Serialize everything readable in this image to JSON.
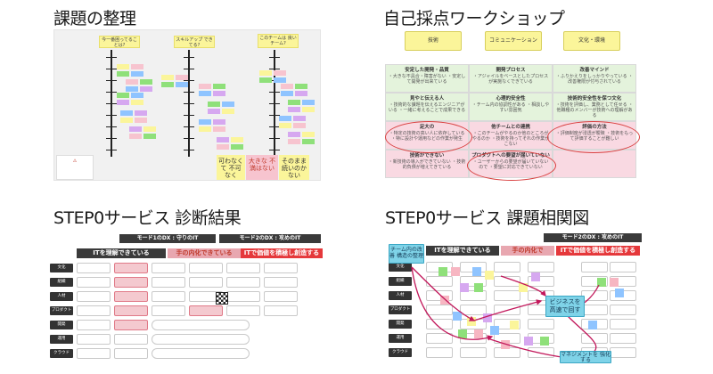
{
  "captions": {
    "p1": "課題の整理",
    "p2": "自己採点ワークショップ",
    "p3": "STEP0サービス 診断結果",
    "p4": "STEP0サービス 課題相関図"
  },
  "p1": {
    "questions": [
      "今一番困ってることは?",
      "スキルアップ できてる?",
      "このチームは 良いチーム?"
    ],
    "bottom_notes": [
      "可わなくて 不可なく",
      "大きな 不満はない",
      "そのまま 続いのかない"
    ],
    "colors": {
      "note": "#fbf59a",
      "pink": "#f7c4cf",
      "green": "#8fe07a",
      "blue": "#8fc4ff",
      "purple": "#d6a8f0"
    }
  },
  "p2": {
    "categories": [
      "技術",
      "コミュニケーション",
      "文化・環境"
    ],
    "cells": [
      {
        "title": "安定した開発・品質",
        "body": "・大きな不具合・障害がない\n・安定して開発が出来ている"
      },
      {
        "title": "開発プロセス",
        "body": "・アジャイルをベースとしたプロセスが実施なくできている"
      },
      {
        "title": "改善マインド",
        "body": "・ふりかえりをしっかりやっている\n・改善権限が付与されている"
      },
      {
        "title": "見やと伝える人",
        "body": "・技術的な課題を伝えるエンジニアがいる\n・一緒に考えることで成果できる"
      },
      {
        "title": "心理的安全性",
        "body": "・チーム内の協調性がある\n・相談しやすい雰囲気"
      },
      {
        "title": "技術的安全性を保つ文化",
        "body": "・技術を評価し、業務として任せる\n・他職種のメンバーが技術への理解がある"
      },
      {
        "title": "足大の",
        "body": "・特定の技術の高い人に依存している\n・特に設計や運用などの作業が発生"
      },
      {
        "title": "他チームとの連携",
        "body": "・このチームがやるのか他のところがやるのか\n・技術を持ってそれの作業がこない"
      },
      {
        "title": "評価の方法",
        "body": "・評価制度が浸透が曖昧\n・技術をもって評価することが難しい"
      },
      {
        "title": "技術ができない",
        "body": "・新技術の導入ができていない\n・技術的負債が増えてきている"
      },
      {
        "title": "プロダクトへの要望が届いていない",
        "body": "・ユーザーからの要望が届いていないので \n・要望に対応できていない"
      },
      {
        "title": "",
        "body": ""
      }
    ]
  },
  "p3": {
    "mode_headers": [
      "モード1のDX : 守りのIT",
      "モード2のDX : 攻めのIT"
    ],
    "stages": [
      "ITを理解できている",
      "手の内化できている",
      "ITで価値を積極し創造する"
    ],
    "rows": [
      "文化",
      "組織",
      "人材",
      "プロダクト マネジメント",
      "開発",
      "運用",
      "クラウド"
    ]
  },
  "p4": {
    "mode_header": "モード2のDX : 攻めのIT",
    "stages": [
      "ITを理解できている",
      "手の内化で",
      "ITで価値を積極し創造する"
    ],
    "bubbles": {
      "team": "チーム内の改善 構造の整理",
      "biz": "ビジネスを 高速で回す",
      "marketing": "マネジメントを 強化する"
    },
    "rows": [
      "文化",
      "組織",
      "人材",
      "プロダクト",
      "開発",
      "運用",
      "クラウド"
    ]
  }
}
